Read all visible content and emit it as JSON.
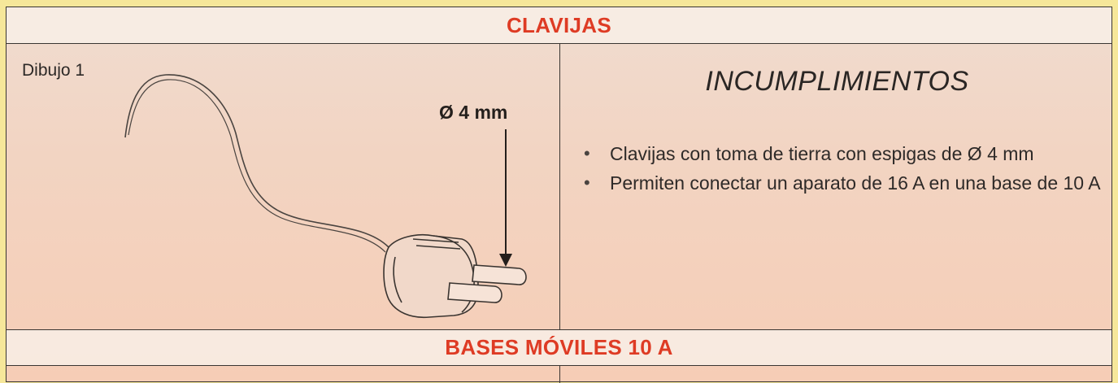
{
  "sections": [
    {
      "title": "CLAVIJAS",
      "figure_label": "Dibujo 1",
      "dimension_label": "Ø 4 mm",
      "right_heading": "INCUMPLIMIENTOS",
      "bullets": [
        "Clavijas con toma de tierra con espigas de Ø 4 mm",
        "Permiten conectar un aparato de 16 A en una base de 10 A"
      ]
    },
    {
      "title": "BASES MÓVILES 10 A"
    }
  ],
  "colors": {
    "title_red": "#de3b24",
    "background_yellow": "#f6e79a",
    "panel_peach": "#f2d4c2",
    "rule": "#3a3632"
  },
  "icons": [
    "plug-drawing",
    "dimension-arrow-icon",
    "bullet-dot-icon"
  ]
}
